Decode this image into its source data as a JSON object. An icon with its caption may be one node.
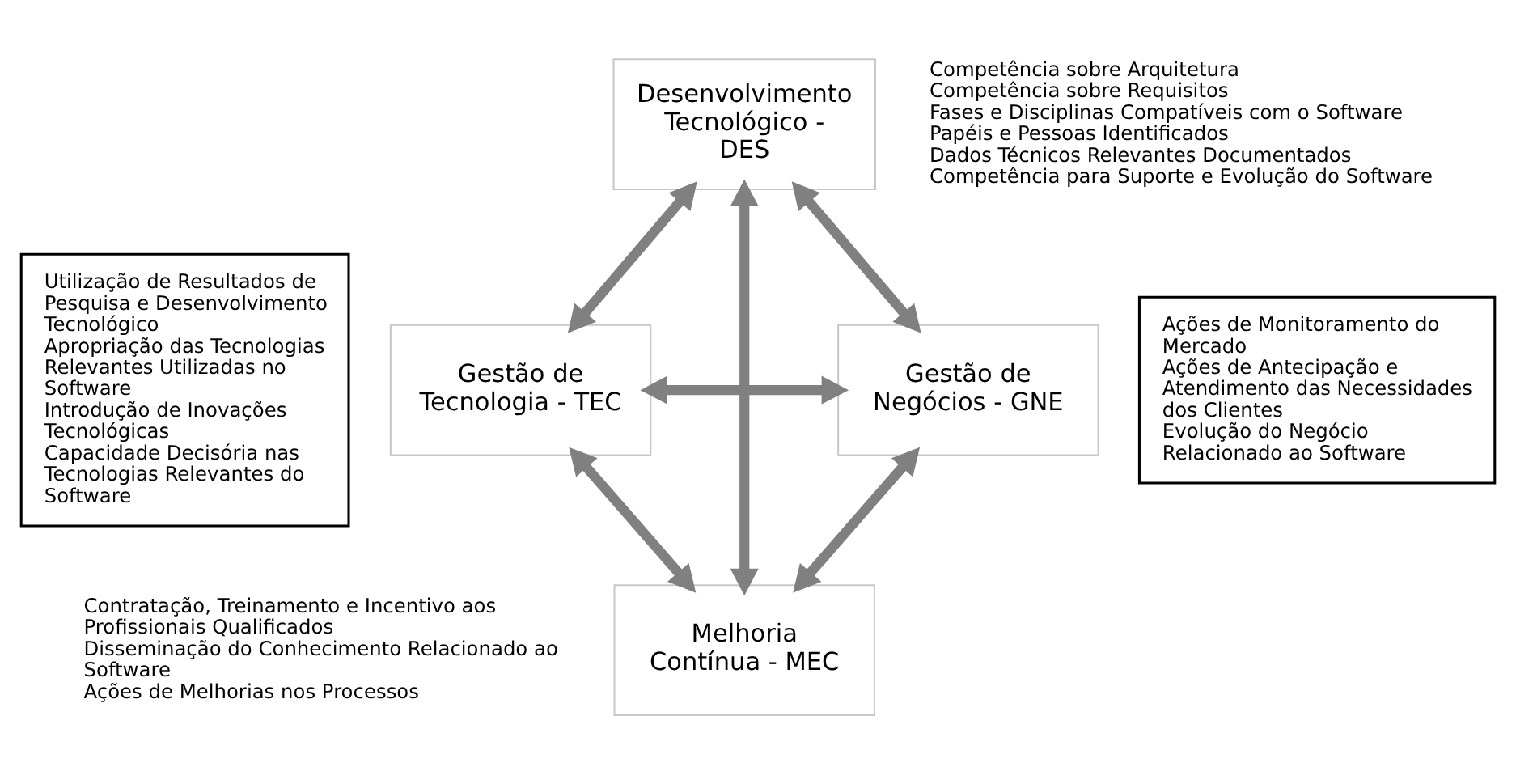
{
  "diagram": {
    "nodes": [
      {
        "text": [
          "Desenvolvimento Tecnológico - DES"
        ],
        "beside": [
          "Competência sobre Arquitetura",
          "Competência sobre Requisitos",
          "Fases e Disciplinas Compatíveis com o Software",
          "Papéis e Pessoas Identificados",
          "Dados Técnicos Relevantes Documentados",
          "Competência para Suporte e Evolução do Software"
        ]
      },
      {
        "text": [
          "Utilização de Resultados de Pesquisa e Desenvolvimento Tecnológico",
          "Apropriação das Tecnologias Relevantes Utilizadas no Software",
          "Introdução de Inovações Tecnológicas",
          "Capacidade Decisória nas Tecnologias Relevantes do Software"
        ]
      },
      {
        "text": [
          "Gestão de Tecnologia - TEC"
        ]
      },
      {
        "text": [
          "Gestão de Negócios - GNE"
        ]
      },
      {
        "text": [
          "Ações de Monitoramento do Mercado",
          "Ações de Antecipação e Atendimento das Necessidades dos Clientes",
          "Evolução do Negócio Relacionado ao Software"
        ]
      },
      {
        "text": [
          "Melhoria Contínua - MEC"
        ],
        "beside": [
          "Contratação, Treinamento e Incentivo aos Profissionais Qualificados",
          "Disseminação do Conhecimento Relacionado ao Software",
          "Ações de Melhorias nos Processos"
        ]
      }
    ],
    "edges": [
      {
        "from": 0,
        "to": 2,
        "arrow": "both"
      },
      {
        "from": 0,
        "to": 3,
        "arrow": "both"
      },
      {
        "from": 0,
        "to": 5,
        "arrow": "both"
      },
      {
        "from": 2,
        "to": 3,
        "arrow": "both"
      },
      {
        "from": 2,
        "to": 5,
        "arrow": "both"
      },
      {
        "from": 3,
        "to": 5,
        "arrow": "both"
      }
    ]
  }
}
